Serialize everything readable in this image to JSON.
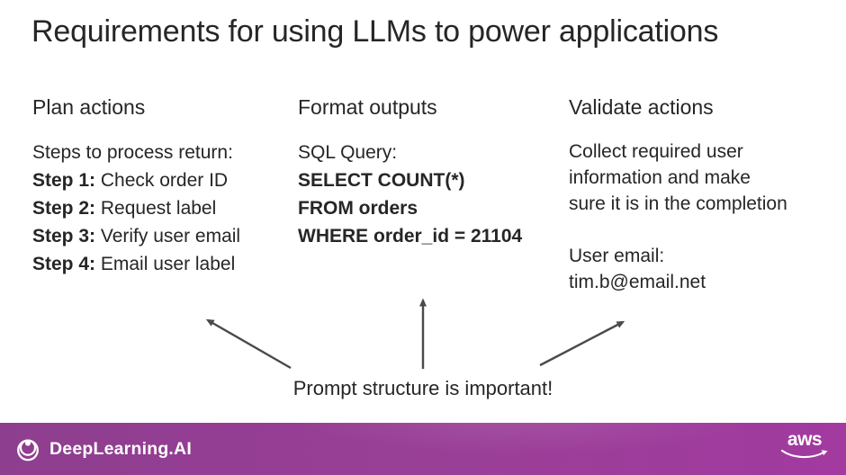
{
  "slide": {
    "title": "Requirements for using LLMs to power applications",
    "columns": [
      {
        "heading": "Plan actions",
        "intro": "Steps to process return:",
        "steps": [
          {
            "label": "Step 1:",
            "text": "Check order ID"
          },
          {
            "label": "Step 2:",
            "text": "Request label"
          },
          {
            "label": "Step 3:",
            "text": "Verify user email"
          },
          {
            "label": "Step 4:",
            "text": "Email user label"
          }
        ]
      },
      {
        "heading": "Format outputs",
        "intro": "SQL Query:",
        "sql_lines": [
          "SELECT COUNT(*)",
          "FROM orders",
          "WHERE order_id = 21104"
        ]
      },
      {
        "heading": "Validate actions",
        "paragraph_lines": [
          "Collect required user",
          "information and make",
          "sure it is in the completion"
        ],
        "email_label": "User email:",
        "email_value": "tim.b@email.net"
      }
    ],
    "callout": "Prompt structure is important!"
  },
  "footer": {
    "brand": "DeepLearning.AI",
    "aws_label": "aws"
  },
  "icons": {
    "brand_logo": "deeplearning-concentric-circles-icon",
    "aws_logo": "aws-smile-icon"
  },
  "colors": {
    "text": "#262626",
    "arrow": "#4a4a4a",
    "bar_left": "#8e3e8f",
    "bar_right": "#a23aa0",
    "footer_text": "#ffffff"
  }
}
